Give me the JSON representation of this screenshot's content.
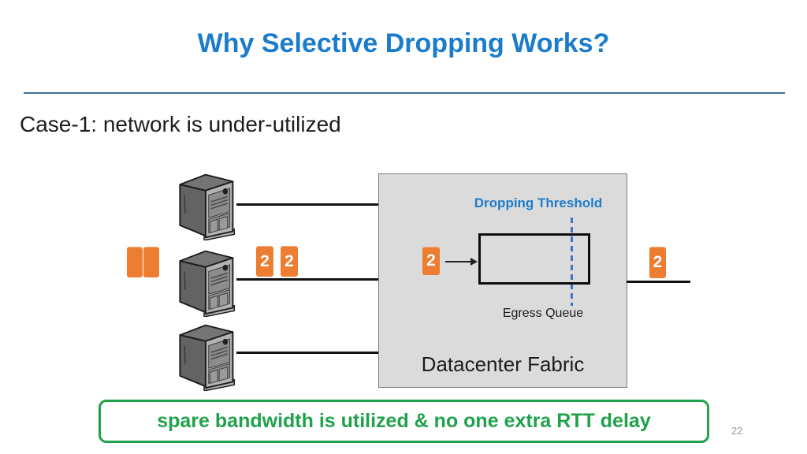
{
  "slide": {
    "title": "Why Selective Dropping Works?",
    "case_label": "Case-1: network is under-utilized",
    "page_number": "22"
  },
  "fabric": {
    "label": "Datacenter Fabric",
    "threshold_label": "Dropping Threshold",
    "egress_queue_label": "Egress Queue"
  },
  "packets": {
    "middle_link": [
      "2",
      "2"
    ],
    "fabric_ingress": "2",
    "egress": "2"
  },
  "callout": {
    "text": "spare bandwidth is utilized & no one extra RTT delay"
  },
  "colors": {
    "title_blue": "#1B7CCB",
    "underline_blue": "#41719C",
    "threshold_blue": "#1F7CC9",
    "dashed_blue": "#4472C4",
    "packet_orange": "#ED7D31",
    "callout_green": "#1FA24A",
    "fabric_gray": "#DBDBDB"
  }
}
